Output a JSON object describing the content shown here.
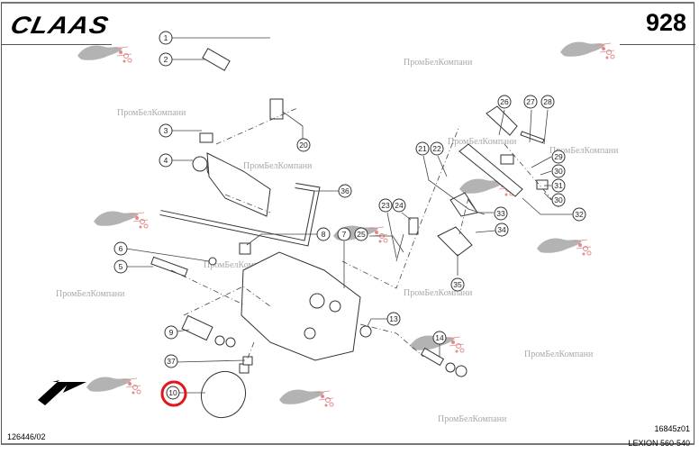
{
  "header": {
    "brand": "CLAAS",
    "page_number": "928"
  },
  "footer": {
    "drawing_ref": "126446/02",
    "figure_code": "16845z01",
    "model": "LEXION 560-540"
  },
  "watermark": {
    "text": "ПромБелКомпани",
    "logo": "leopard-logo"
  },
  "highlight": {
    "callout": "10",
    "color": "#e3161b"
  },
  "callouts": [
    "1",
    "2",
    "3",
    "4",
    "5",
    "6",
    "7",
    "8",
    "9",
    "10",
    "13",
    "14",
    "20",
    "21",
    "22",
    "23",
    "24",
    "25",
    "26",
    "27",
    "28",
    "29",
    "30",
    "30",
    "31",
    "32",
    "33",
    "34",
    "35",
    "36",
    "37"
  ],
  "labels": {
    "c1": "1",
    "c2": "2",
    "c3": "3",
    "c4": "4",
    "c5": "5",
    "c6": "6",
    "c7": "7",
    "c8": "8",
    "c9": "9",
    "c10": "10",
    "c13": "13",
    "c14": "14",
    "c20": "20",
    "c21": "21",
    "c22": "22",
    "c23": "23",
    "c24": "24",
    "c25": "25",
    "c26": "26",
    "c27": "27",
    "c28": "28",
    "c29": "29",
    "c30a": "30",
    "c30b": "30",
    "c31": "31",
    "c32": "32",
    "c33": "33",
    "c34": "34",
    "c35": "35",
    "c36": "36",
    "c37": "37"
  },
  "direction_arrow": "arrow-down-left-icon"
}
